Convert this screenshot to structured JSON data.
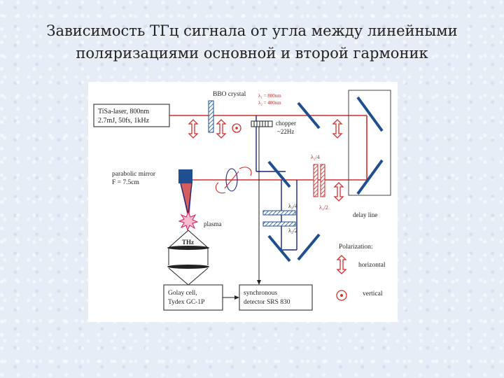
{
  "slide": {
    "title_line1": "Зависимость ТГц сигнала от угла между линейными",
    "title_line2": "поляризациями основной и второй гармоник"
  },
  "diagram": {
    "laser_line1": "TiSa-laser, 800nm",
    "laser_line2": "2.7mJ, 50fs, 1kHz",
    "bbo": "BBO crystal",
    "l1": "λ₁ = 800nm",
    "l2": "λ₂ = 400nm",
    "chopper1": "chopper",
    "chopper2": "~22Hz",
    "mirror1": "parabolic mirror",
    "mirror2": "F = 7.5cm",
    "plasma": "plasma",
    "thz": "THz",
    "golay1": "Golay cell,",
    "golay2": "Tydex GC-1P",
    "sync1": "synchronous",
    "sync2": "detector SRS 830",
    "delay": "delay line",
    "l2q": "λ₂/4",
    "l2q_b": "λ₂/4",
    "l1h": "λ₁/2",
    "l2h": "λ₂/2",
    "polarization": "Polarization:",
    "horizontal": "horizontal",
    "vertical": "vertical"
  },
  "colors": {
    "red_beam": "#d32f2f",
    "blue_beam": "#1a237e",
    "mirror": "#1f4f8f"
  }
}
